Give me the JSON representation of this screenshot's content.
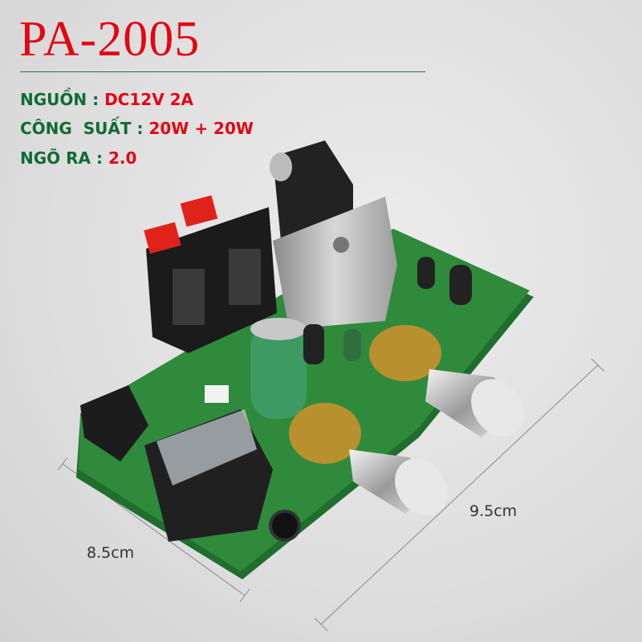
{
  "product": {
    "model": "PA-2005",
    "specs": [
      {
        "label": "NGUỒN :",
        "value": "DC12V 2A"
      },
      {
        "label": "CÔNG  SUẤT :",
        "value": "20W + 20W"
      },
      {
        "label": "NGÕ RA :",
        "value": "2.0"
      }
    ],
    "dimensions": {
      "width": "8.5cm",
      "length": "9.5cm"
    }
  },
  "colors": {
    "title": "#e30613",
    "spec_label": "#0f6b35",
    "spec_value": "#e30613",
    "pcb": "#2f8a3c"
  }
}
